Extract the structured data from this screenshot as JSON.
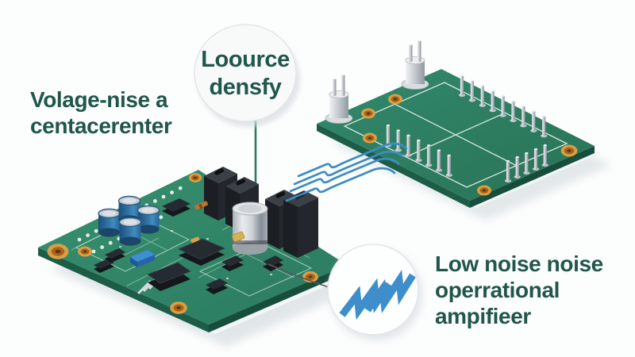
{
  "annotations": {
    "left_label": {
      "lines": [
        "Volage-nise a",
        "centacerenter"
      ]
    },
    "bubble_label": {
      "lines": [
        "Loource",
        "densfy"
      ]
    },
    "right_label": {
      "lines": [
        "Low noise noise",
        "operrational",
        "ampifieer"
      ]
    }
  },
  "icons": {
    "noise": "noise-zigzag-icon"
  },
  "colors": {
    "text_teal": "#21564a",
    "pcb_green": "#2f8168",
    "pcb_green_dark": "#1d5c47",
    "gold_pad": "#d99f45",
    "wire_blue": "#3d8cc4",
    "icon_blue": "#3e8ecb",
    "callout_line_green": "#2b7a5f",
    "background": "#fcfdfd"
  }
}
